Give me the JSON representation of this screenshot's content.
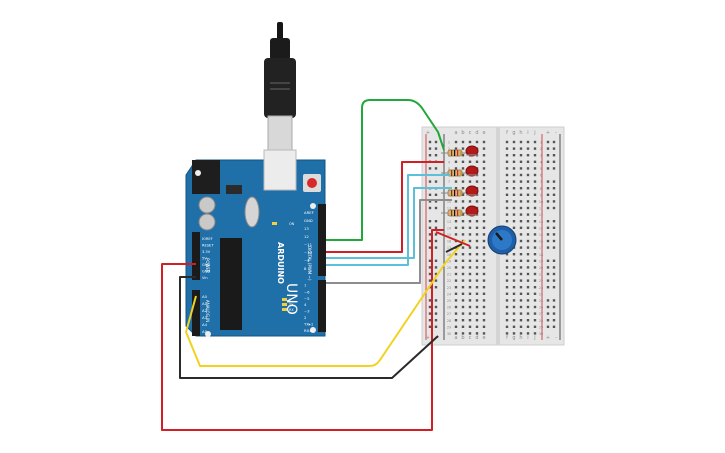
{
  "board": {
    "brand": "ARDUINO",
    "model": "UNO",
    "digital_header": "DIGITAL (PWM ~)",
    "power_header": "POWER",
    "analog_header": "ANALOG IN",
    "power_pins": [
      "IOREF",
      "RESET",
      "3.3V",
      "5V",
      "GND",
      "GND",
      "Vin"
    ],
    "analog_pins": [
      "A0",
      "A1",
      "A2",
      "A3",
      "A4",
      "A5"
    ],
    "top_pins": [
      "AREF",
      "GND",
      "13",
      "12",
      "~11",
      "~10",
      "~9",
      "8"
    ],
    "mid_pins": [
      "7",
      "~6",
      "~5",
      "4",
      "~3",
      "2",
      "TX▸1",
      "RX◂0"
    ],
    "led_labels": [
      "L",
      "TX",
      "RX",
      "ON"
    ]
  },
  "breadboard": {
    "col_letters_left": [
      "a",
      "b",
      "c",
      "d",
      "e"
    ],
    "col_letters_right": [
      "f",
      "g",
      "h",
      "i",
      "j"
    ],
    "rail_plus": "+",
    "rail_minus": "-",
    "row_count": 30
  },
  "components": {
    "leds": 4,
    "resistors": 4,
    "potentiometer": 1
  },
  "colors": {
    "board": "#1f6fa8",
    "green_wire": "#22a83a",
    "red_wire": "#d21f26",
    "cyan_wire": "#5bc0d8",
    "gray_wire": "#8d8d8d",
    "yellow_wire": "#f2d21f",
    "black_wire": "#2a2a2a",
    "led": "#b31b1b",
    "pot": "#1f5fa8"
  }
}
